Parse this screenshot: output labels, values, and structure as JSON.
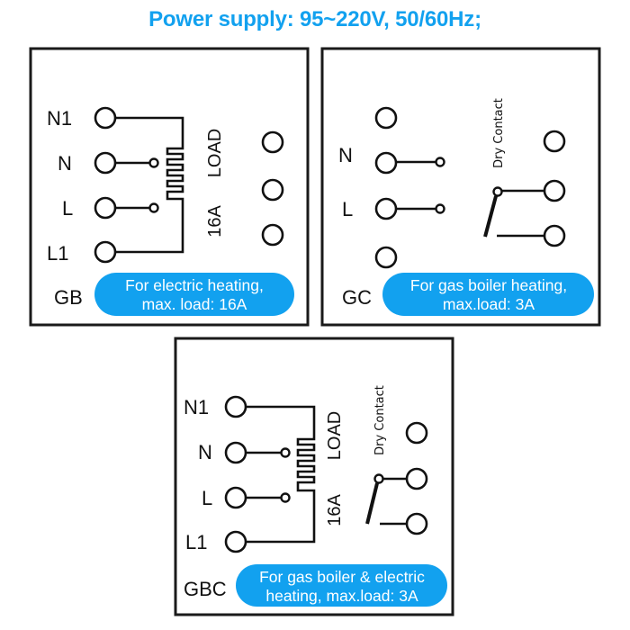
{
  "title": "Power supply: 95~220V, 50/60Hz;",
  "colors": {
    "accent": "#12a1ef",
    "title": "#12a1ef",
    "line": "#111111",
    "box_border": "#1a1a1a",
    "pill_text": "#ffffff"
  },
  "panels": [
    {
      "model": "GB",
      "terminals_left": [
        "N1",
        "N",
        "L",
        "L1"
      ],
      "load_label": "LOAD",
      "rating_label": "16A",
      "dry_contact_label": null,
      "note_line1": "For electric heating,",
      "note_line2": "max. load: 16A"
    },
    {
      "model": "GC",
      "terminals_left": [
        "",
        "N",
        "L",
        ""
      ],
      "load_label": null,
      "rating_label": null,
      "dry_contact_label": "Dry Contact",
      "note_line1": "For gas boiler heating,",
      "note_line2": "max.load: 3A"
    },
    {
      "model": "GBC",
      "terminals_left": [
        "N1",
        "N",
        "L",
        "L1"
      ],
      "load_label": "LOAD",
      "rating_label": "16A",
      "dry_contact_label": "Dry Contact",
      "note_line1": "For gas boiler & electric",
      "note_line2": "heating, max.load: 3A"
    }
  ]
}
